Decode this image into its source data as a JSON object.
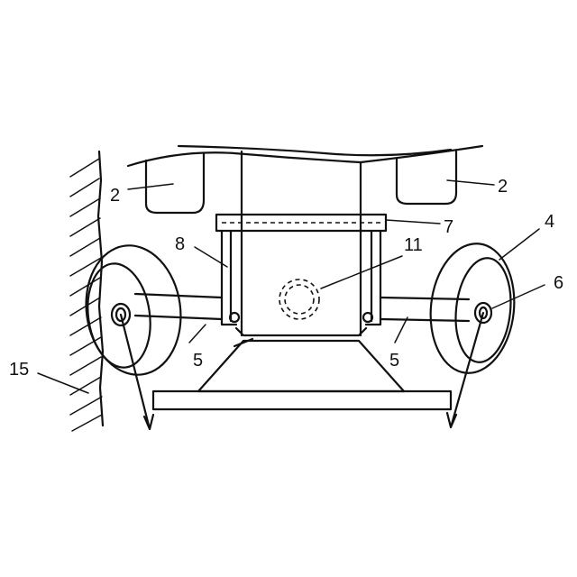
{
  "labels": {
    "part_2_left": "2",
    "part_2_right": "2",
    "part_4": "4",
    "part_5_left": "5",
    "part_5_right": "5",
    "part_6": "6",
    "part_7": "7",
    "part_8": "8",
    "part_11": "11",
    "part_15": "15"
  }
}
